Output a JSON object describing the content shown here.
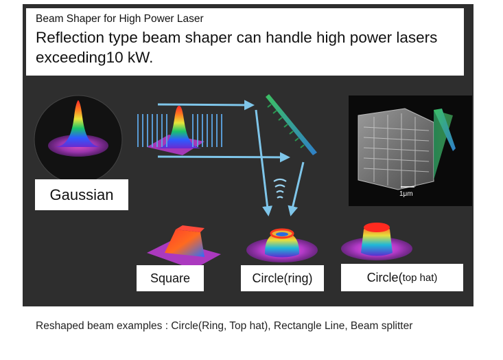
{
  "header": {
    "title_small": "Beam Shaper for High Power Laser",
    "title_big": "Reflection type beam shaper can handle high power lasers exceeding10 kW."
  },
  "labels": {
    "gaussian": "Gaussian",
    "square": "Square",
    "ring": "Circle(ring)",
    "top_hat_main": "Circle(",
    "top_hat_small": "top hat)"
  },
  "sem": {
    "scale": "1μm"
  },
  "caption": "Reshaped beam examples : Circle(Ring, Top hat), Rectangle Line, Beam splitter",
  "colors": {
    "panel": "#2e2e2e",
    "arrow": "#7fc6ea",
    "magenta": "#b23ac7",
    "grating_green": "#3cc062",
    "grating_blue": "#2f7fc9"
  }
}
